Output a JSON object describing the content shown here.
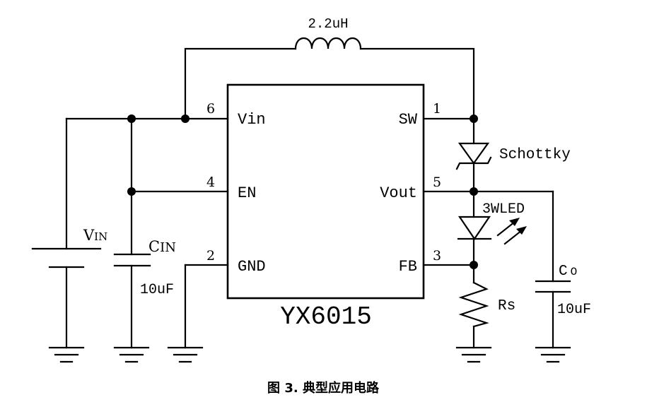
{
  "chip": {
    "name": "YX6015",
    "pins": {
      "vin": {
        "num": "6",
        "label": "Vin"
      },
      "en": {
        "num": "4",
        "label": "EN"
      },
      "gnd": {
        "num": "2",
        "label": "GND"
      },
      "sw": {
        "num": "1",
        "label": "SW"
      },
      "vout": {
        "num": "5",
        "label": "Vout"
      },
      "fb": {
        "num": "3",
        "label": "FB"
      }
    }
  },
  "components": {
    "inductor": "2.2uH",
    "schottky": "Schottky",
    "led": "3WLED",
    "rs": "Rs",
    "vin_main": "V",
    "vin_sub": "IN",
    "cin_main": "C",
    "cin_sub": "IN",
    "cin_value": "10uF",
    "co_main": "C",
    "co_sub": "O",
    "co_value": "10uF"
  },
  "caption": "图 3. 典型应用电路"
}
